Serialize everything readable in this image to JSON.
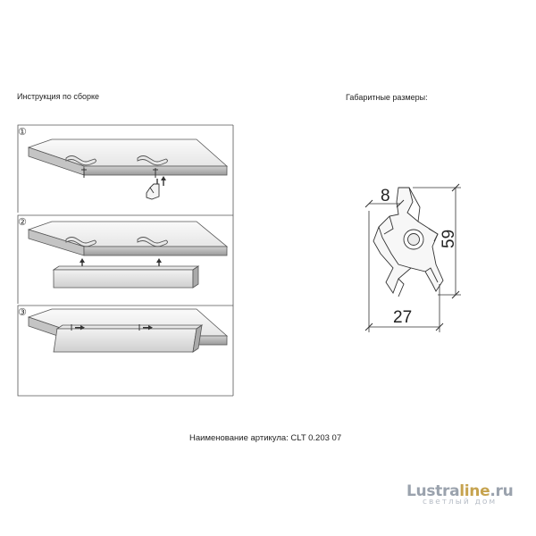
{
  "assembly": {
    "title": "Инструкция по сборке",
    "steps": [
      "①",
      "②",
      "③"
    ]
  },
  "dimensions": {
    "title": "Габаритные размеры:",
    "width_top": "8",
    "height": "59",
    "width_bottom": "27"
  },
  "article": {
    "label": "Наименование артикула: CLT 0.203 07"
  },
  "logo": {
    "brand_a": "Lustra",
    "brand_b": "line",
    "brand_c": ".ru",
    "tagline": "светлый дом"
  }
}
